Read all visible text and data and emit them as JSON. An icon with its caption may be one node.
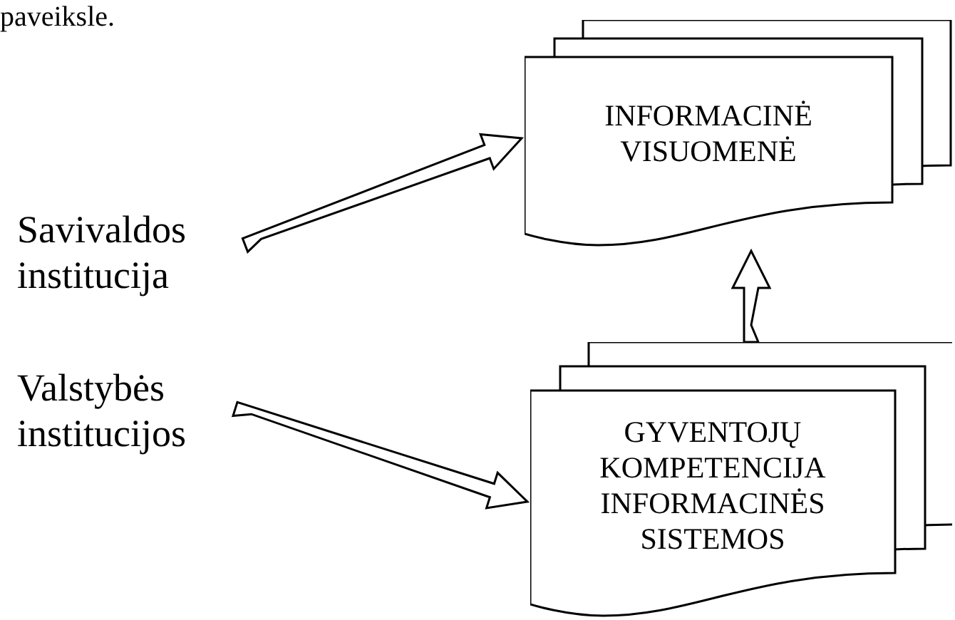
{
  "diagram": {
    "nodes": [
      {
        "text": [
          "Savivaldos institucija"
        ]
      },
      {
        "text": [
          "Valstybės institucijos"
        ]
      },
      {
        "text": [
          "INFORMACINĖ VISUOMENĖ"
        ]
      },
      {
        "text": [
          "GYVENTOJŲ KOMPETENCIJA INFORMACINĖS SISTEMOS"
        ]
      }
    ],
    "edges": [
      {
        "from": 0,
        "to": 2,
        "arrow": "to"
      },
      {
        "from": 1,
        "to": 3,
        "arrow": "to"
      },
      {
        "from": 3,
        "to": 2,
        "arrow": "to"
      }
    ],
    "labels": [
      "paveiksle."
    ]
  }
}
